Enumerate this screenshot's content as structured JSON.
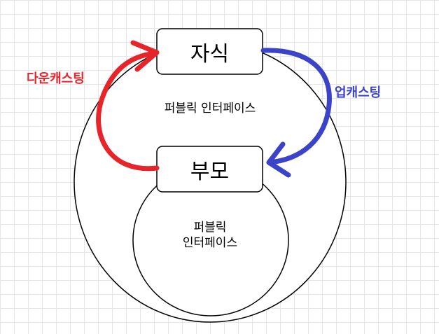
{
  "nodes": {
    "child": {
      "label": "자식"
    },
    "parent": {
      "label": "부모"
    }
  },
  "regions": {
    "outer_label": "퍼블릭 인터페이스",
    "inner_label": "퍼블릭\n인터페이스"
  },
  "arrows": {
    "downcast": {
      "label": "다운캐스팅",
      "color": "#e8242b"
    },
    "upcast": {
      "label": "업캐스팅",
      "color": "#3b44c8"
    }
  }
}
